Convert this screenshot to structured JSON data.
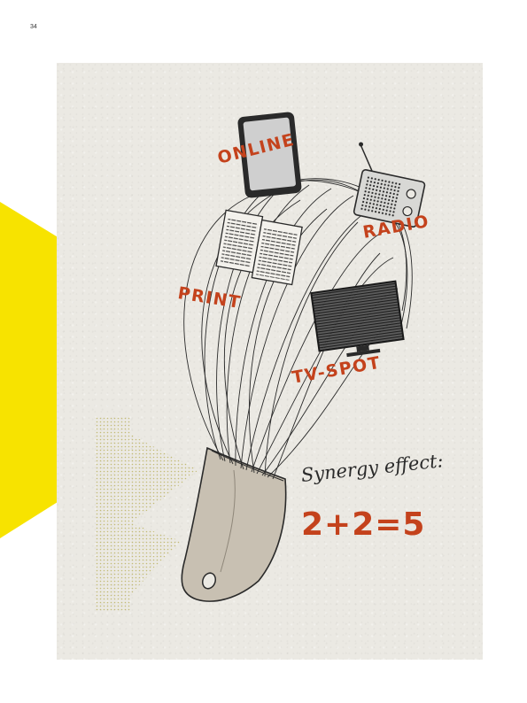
{
  "page": {
    "number": "34"
  },
  "illustration": {
    "labels": {
      "online": "ONLINE",
      "radio": "RADIO",
      "print": "PRINT",
      "tv_spot": "TV-SPOT"
    },
    "synergy_text": "Synergy effect:",
    "equation": "2+2=5"
  },
  "colors": {
    "accent_orange": "#c4421c",
    "yellow": "#f7e300",
    "paper": "#ebe9e3",
    "whisk_handle": "#c8c0b2"
  }
}
